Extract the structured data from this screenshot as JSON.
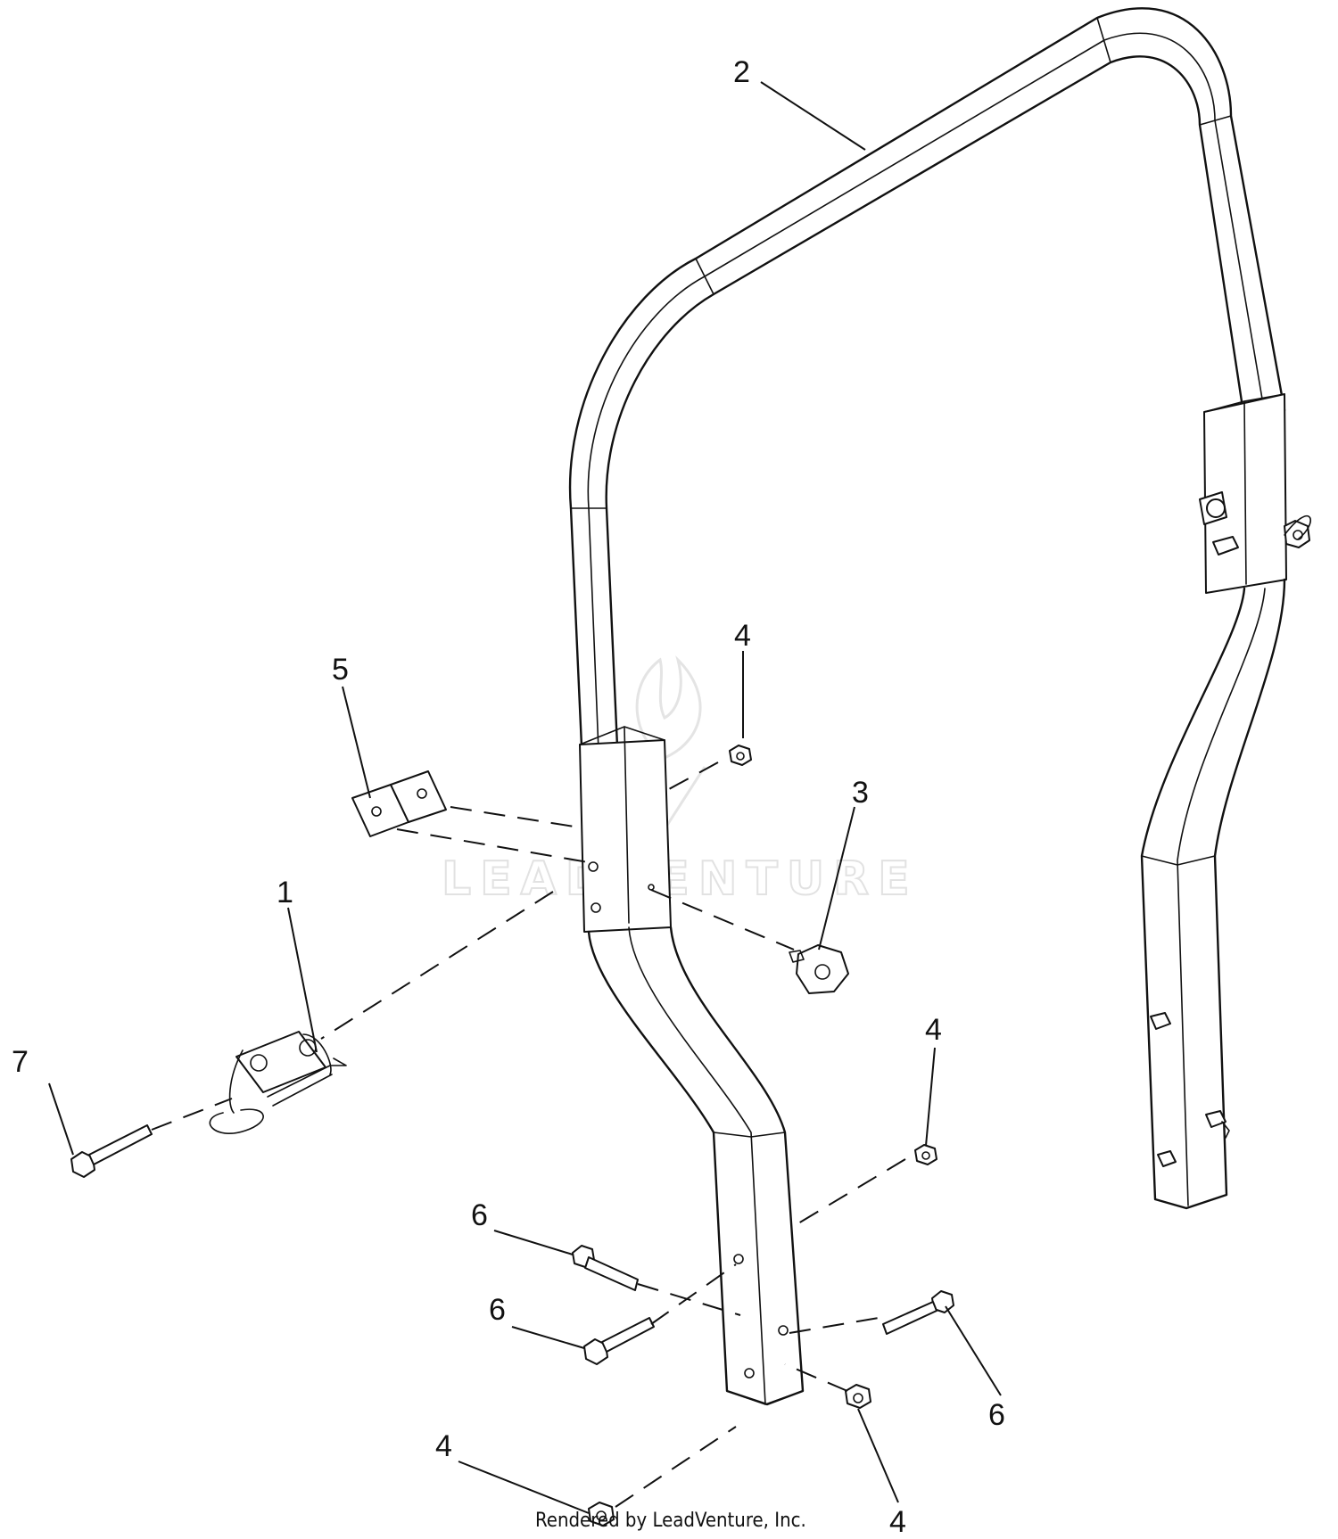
{
  "diagram": {
    "callouts": [
      {
        "id": "2",
        "label": "2"
      },
      {
        "id": "4a",
        "label": "4"
      },
      {
        "id": "5",
        "label": "5"
      },
      {
        "id": "3",
        "label": "3"
      },
      {
        "id": "1",
        "label": "1"
      },
      {
        "id": "7",
        "label": "7"
      },
      {
        "id": "4b",
        "label": "4"
      },
      {
        "id": "6a",
        "label": "6"
      },
      {
        "id": "6b",
        "label": "6"
      },
      {
        "id": "6c",
        "label": "6"
      },
      {
        "id": "4c",
        "label": "4"
      },
      {
        "id": "4d",
        "label": "4"
      }
    ],
    "watermark": "LEADVENTURE",
    "footer": "Rendered by LeadVenture, Inc."
  }
}
